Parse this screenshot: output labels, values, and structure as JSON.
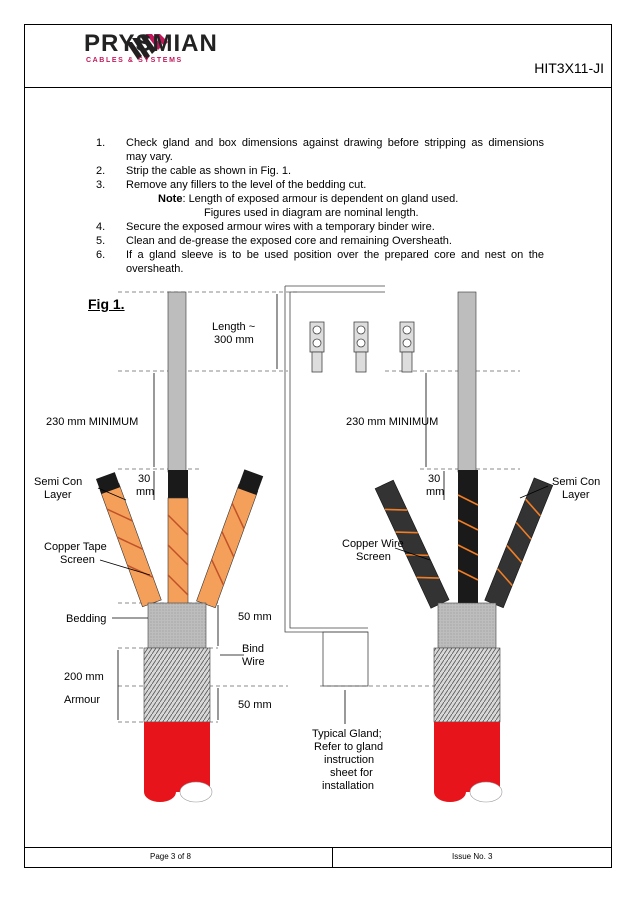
{
  "header": {
    "brand": "PRYSMIAN",
    "tagline": "CABLES & SYSTEMS",
    "doc_id": "HIT3X11-JI"
  },
  "steps": [
    {
      "num": "1.",
      "text": "Check gland and box dimensions against drawing before stripping as dimensions may vary."
    },
    {
      "num": "2.",
      "text": "Strip the cable as shown in Fig. 1."
    },
    {
      "num": "3.",
      "text": "Remove any fillers to the level of the bedding cut."
    },
    {
      "num": "4.",
      "text": "Secure the exposed armour wires with a temporary binder wire."
    },
    {
      "num": "5.",
      "text": "Clean and de-grease the exposed core and remaining Oversheath."
    },
    {
      "num": "6.",
      "text": "If a gland sleeve is to be used position over the prepared core and nest on the oversheath."
    }
  ],
  "note": {
    "label": "Note",
    "line1": ": Length of exposed armour is dependent on gland used.",
    "line2": "Figures used in diagram are nominal length."
  },
  "figure": {
    "title": "Fig 1.",
    "labels": {
      "length_1": "Length ~",
      "length_2": "300 mm",
      "min_left": "230 mm MINIMUM",
      "min_right": "230 mm MINIMUM",
      "semi_con_left_1": "Semi Con",
      "semi_con_left_2": "Layer",
      "semi_con_right_1": "Semi Con",
      "semi_con_right_2": "Layer",
      "thirty_left_1": "30",
      "thirty_left_2": "mm",
      "thirty_right_1": "30",
      "thirty_right_2": "mm",
      "copper_tape_1": "Copper Tape",
      "copper_tape_2": "Screen",
      "copper_wire_1": "Copper Wire",
      "copper_wire_2": "Screen",
      "bedding": "Bedding",
      "fifty_top": "50 mm",
      "bind_1": "Bind",
      "bind_2": "Wire",
      "two_hundred": "200 mm",
      "armour": "Armour",
      "fifty_bottom": "50 mm",
      "gland_1": "Typical Gland;",
      "gland_2": "Refer to gland",
      "gland_3": "instruction",
      "gland_4": "sheet for",
      "gland_5": "installation"
    },
    "colors": {
      "sheath_red": "#e8141b",
      "tape_orange": "#f5a05a",
      "core_black": "#1a1a1a",
      "core_grey": "#bdbdbd",
      "bedding_grey": "#b8b8b8"
    }
  },
  "footer": {
    "page": "Page 3 of 8",
    "issue": "Issue No. 3"
  }
}
